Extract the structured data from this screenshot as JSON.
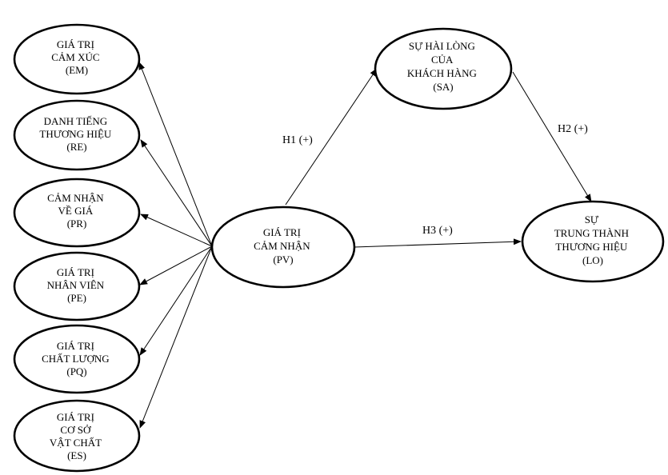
{
  "nodes": {
    "em": {
      "lines": [
        "GIÁ TRỊ",
        "CẢM XÚC",
        "(EM)"
      ]
    },
    "re": {
      "lines": [
        "DANH TIẾNG",
        "THƯƠNG HIỆU",
        "(RE)"
      ]
    },
    "pr": {
      "lines": [
        "CẢM NHẬN",
        "VỀ GIÁ",
        "(PR)"
      ]
    },
    "pe": {
      "lines": [
        "GIÁ TRỊ",
        "NHÂN VIÊN",
        "(PE)"
      ]
    },
    "pq": {
      "lines": [
        "GIÁ TRỊ",
        "CHẤT LƯỢNG",
        "(PQ)"
      ]
    },
    "es": {
      "lines": [
        "GIÁ TRỊ",
        "CƠ SỞ",
        "VẬT CHẤT",
        "(ES)"
      ]
    },
    "pv": {
      "lines": [
        "GIÁ TRỊ",
        "CẢM NHẬN",
        "(PV)"
      ]
    },
    "sa": {
      "lines": [
        "SỰ HÀI LÒNG",
        "CỦA",
        "KHÁCH HÀNG",
        "(SA)"
      ]
    },
    "lo": {
      "lines": [
        "SỰ",
        "TRUNG THÀNH",
        "THƯƠNG HIỆU",
        "(LO)"
      ]
    }
  },
  "hypotheses": {
    "h1": "H1 (+)",
    "h2": "H2 (+)",
    "h3": "H3 (+)"
  }
}
